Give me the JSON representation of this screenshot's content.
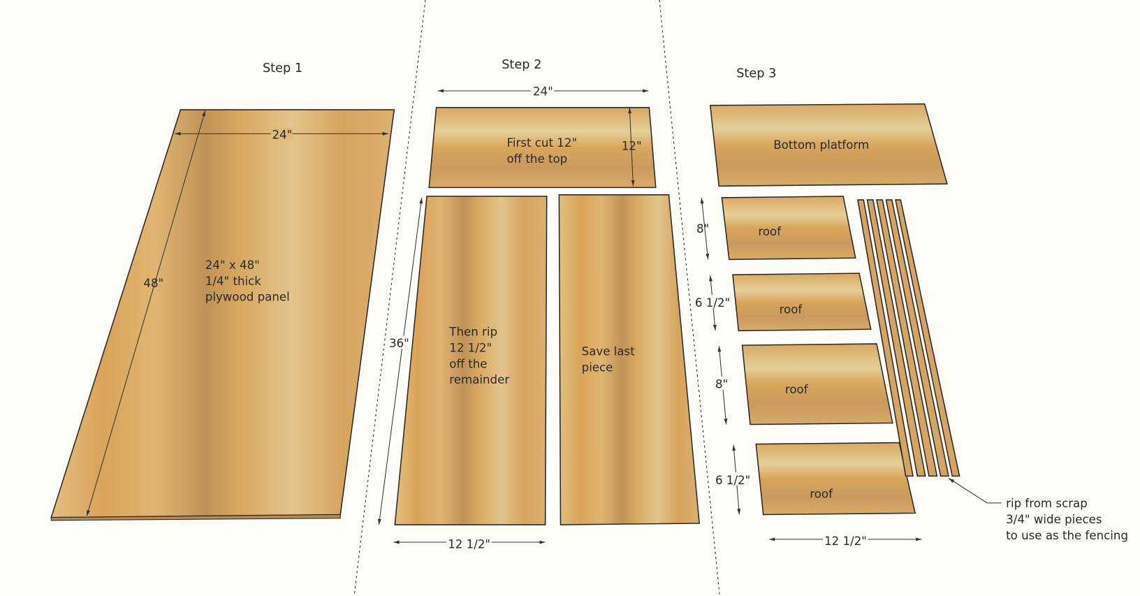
{
  "steps": {
    "s1": "Step 1",
    "s2": "Step 2",
    "s3": "Step 3"
  },
  "step1": {
    "width": "24\"",
    "length": "48\"",
    "desc": [
      "24\" x 48\"",
      "1/4\" thick",
      "plywood panel"
    ]
  },
  "step2": {
    "top_width": "24\"",
    "top_height": "12\"",
    "top_label": [
      "First cut 12\"",
      "off the top"
    ],
    "left_height": "36\"",
    "left_label": [
      "Then rip",
      "12 1/2\"",
      "off the",
      "remainder"
    ],
    "left_width": "12 1/2\"",
    "right_label": [
      "Save last",
      "piece"
    ]
  },
  "step3": {
    "platform": "Bottom platform",
    "roofs": [
      {
        "label": "roof",
        "dim": "8\""
      },
      {
        "label": "roof",
        "dim": "6 1/2\""
      },
      {
        "label": "roof",
        "dim": "8\""
      },
      {
        "label": "roof",
        "dim": "6 1/2\""
      }
    ],
    "roof_width": "12 1/2\"",
    "fencing_note": [
      "rip from scrap",
      "3/4\" wide pieces",
      "to use as the fencing"
    ]
  },
  "colors": {
    "wood": "#d9a760",
    "wood_light": "#e6c68a",
    "wood_dark": "#c08a48",
    "background": "#fffdf8"
  }
}
